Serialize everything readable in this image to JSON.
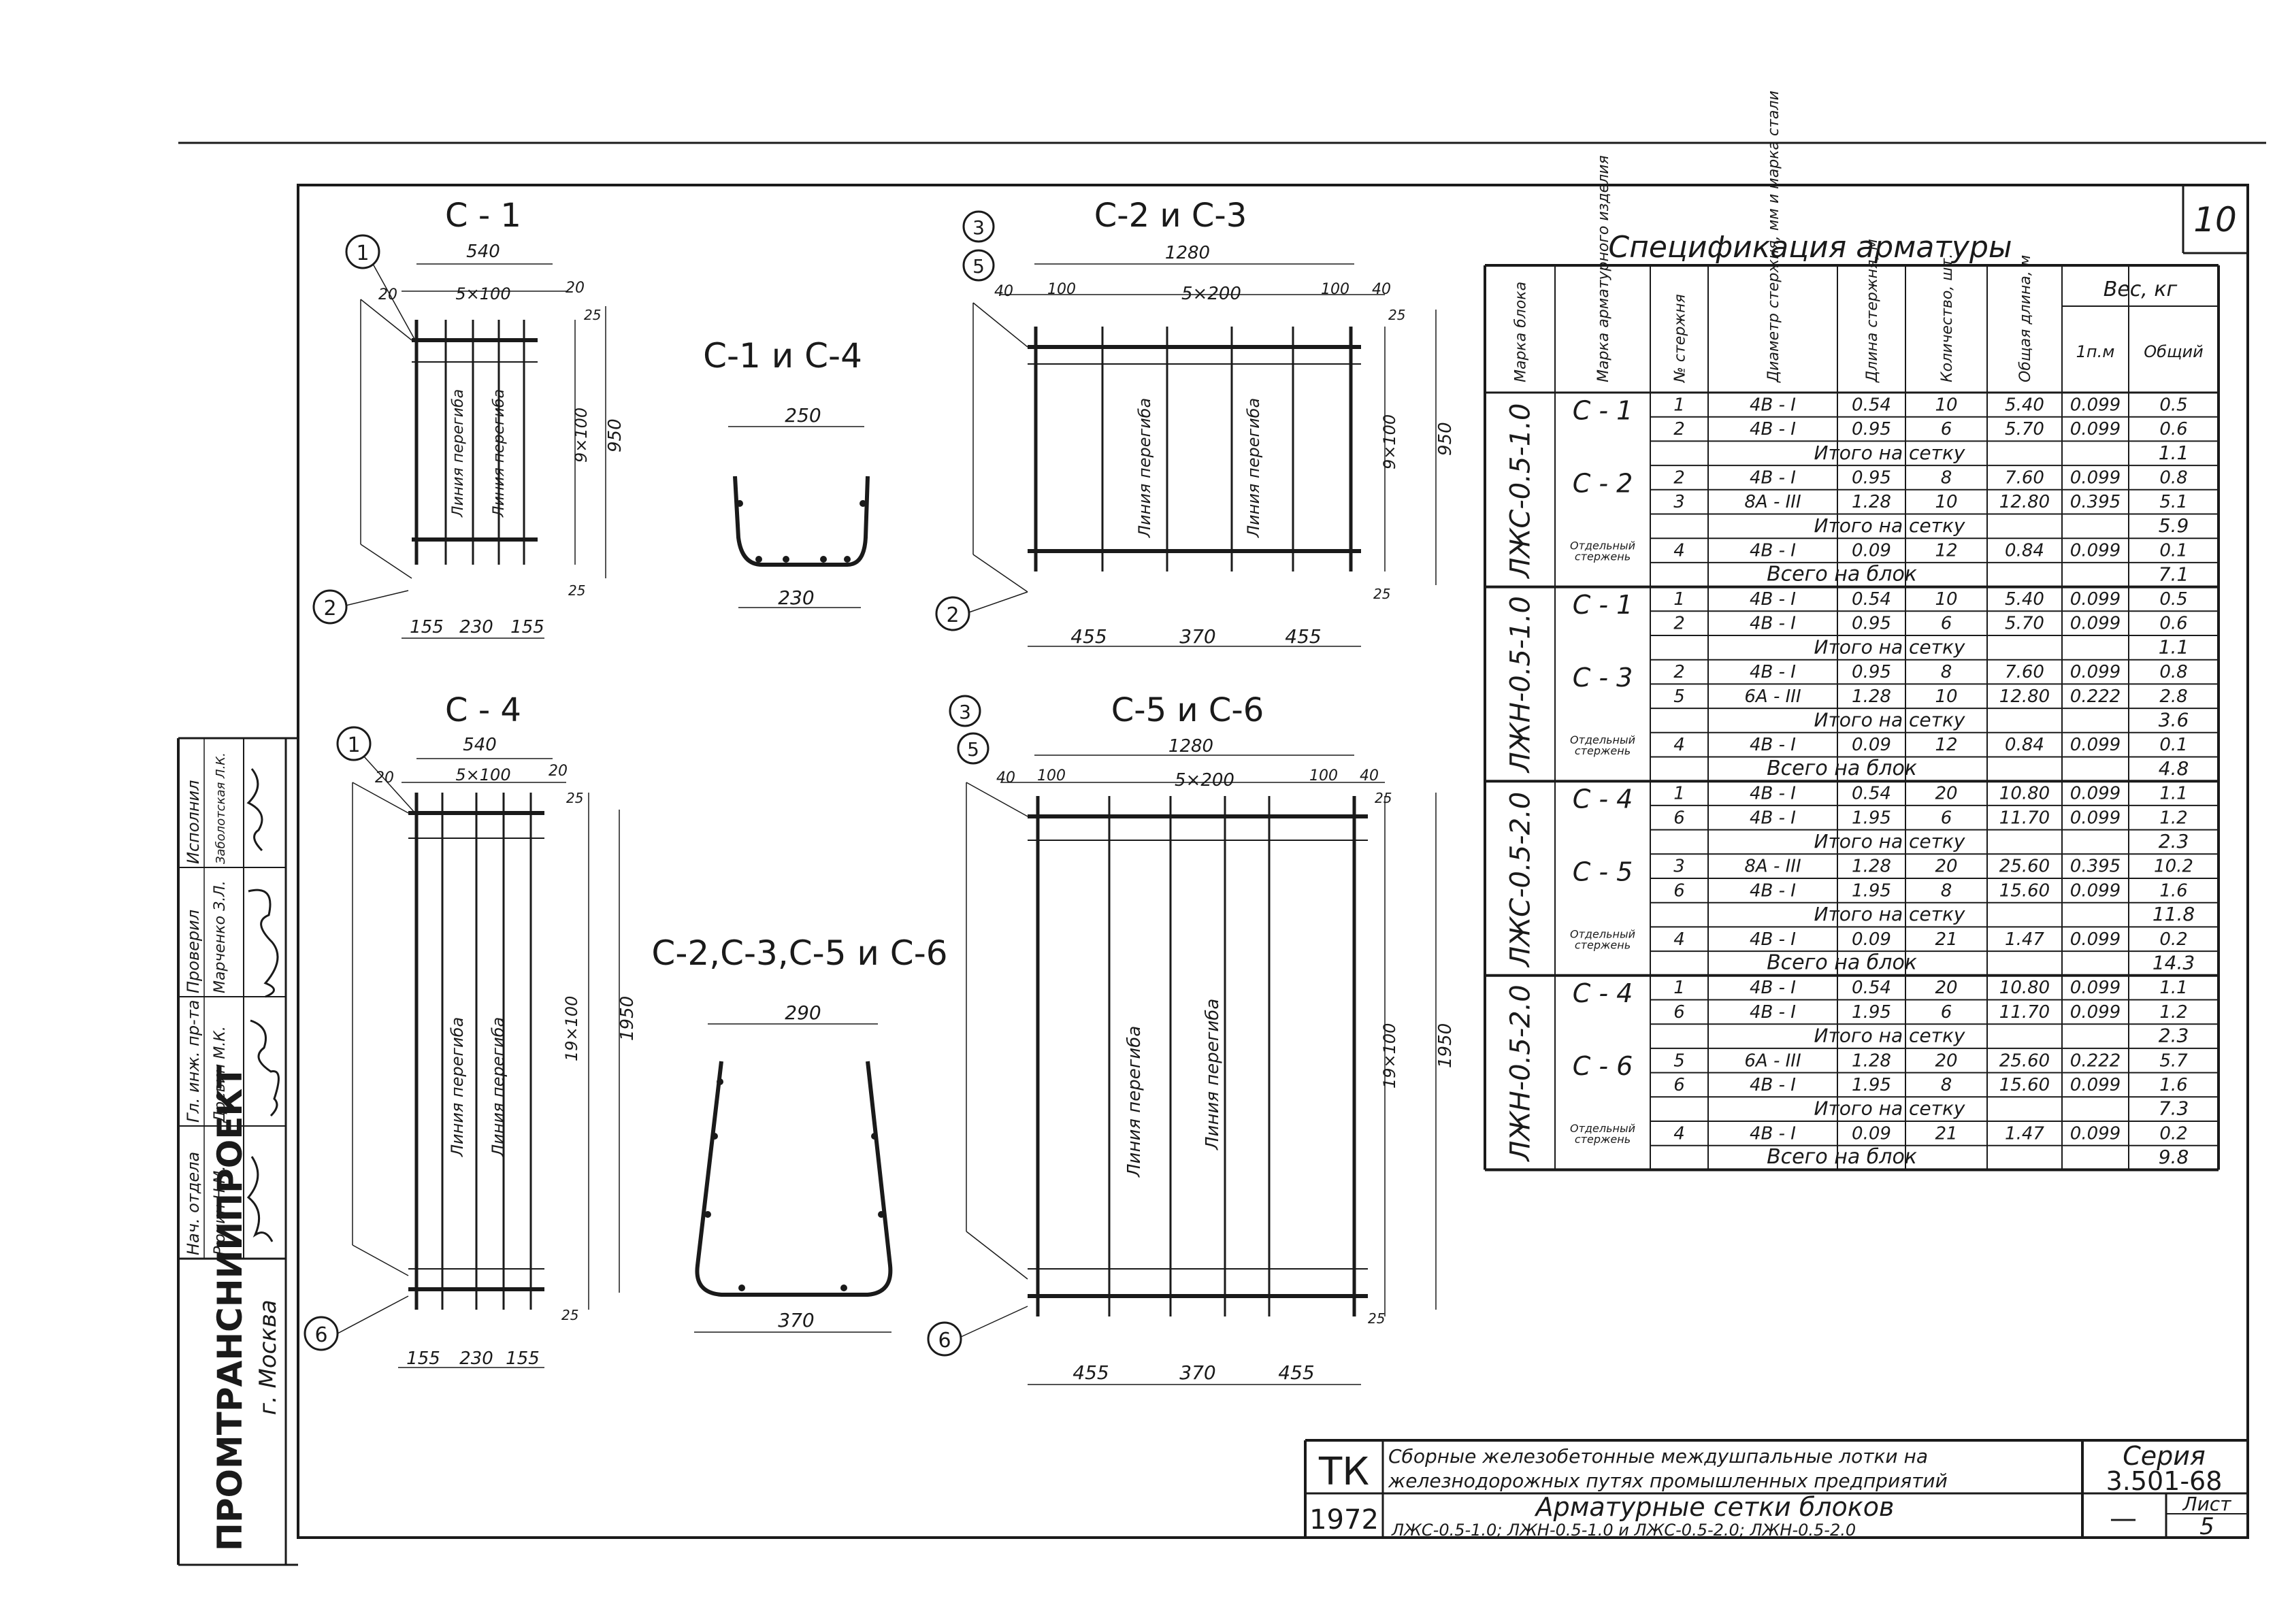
{
  "sheet_number": "10",
  "drawings": {
    "c1": {
      "title": "С - 1",
      "marker_top": "1",
      "marker_bottom": "2",
      "top_dims": [
        "20",
        "5×100",
        "20"
      ],
      "top_total": "540",
      "right_dims": [
        "25",
        "9×100",
        "25"
      ],
      "right_total": "950",
      "bottom_dims": [
        "155",
        "230",
        "155"
      ],
      "bend_label": "Линия перегиба"
    },
    "c23": {
      "title": "С-2 и С-3",
      "marker_top": "3",
      "marker_top2": "5",
      "marker_bottom": "2",
      "top_dims": [
        "40",
        "100",
        "5×200",
        "100",
        "40"
      ],
      "top_total": "1280",
      "right_dims": [
        "25",
        "9×100",
        "25"
      ],
      "right_total": "950",
      "bottom_dims": [
        "455",
        "370",
        "455"
      ],
      "bend_label": "Линия перегиба"
    },
    "c4": {
      "title": "С - 4",
      "marker_top": "1",
      "marker_bottom": "6",
      "top_dims": [
        "20",
        "5×100",
        "20"
      ],
      "top_total": "540",
      "right_dims": [
        "25",
        "19×100",
        "25"
      ],
      "right_total": "1950",
      "bottom_dims": [
        "155",
        "230",
        "155"
      ],
      "bend_label": "Линия перегиба"
    },
    "c56": {
      "title": "С-5 и С-6",
      "marker_top": "3",
      "marker_top2": "5",
      "marker_bottom": "6",
      "top_dims": [
        "40",
        "100",
        "5×200",
        "100",
        "40"
      ],
      "top_total": "1280",
      "right_dims": [
        "25",
        "19×100",
        "25"
      ],
      "right_total": "1950",
      "bottom_dims": [
        "455",
        "370",
        "455"
      ],
      "bend_label": "Линия перегиба"
    },
    "profile1": {
      "title": "С-1 и С-4",
      "top": "250",
      "bottom": "230"
    },
    "profile2": {
      "title": "С-2,С-3,С-5 и С-6",
      "top": "290",
      "bottom": "370"
    }
  },
  "spec": {
    "title": "Спецификация арматуры",
    "headers": [
      "Марка блока",
      "Марка арматурного изделия",
      "№ стержня",
      "Диаметр стержня, мм и марка стали",
      "Длина стержня, м",
      "Количество, шт.",
      "Общая длина, м"
    ],
    "weight_header": "Вес, кг",
    "weight_subheaders": [
      "1п.м",
      "Общий"
    ],
    "rows": [
      [
        "ЛЖС-0.5-1.0",
        "С - 1",
        "1",
        "4В - I",
        "0.54",
        "10",
        "5.40",
        "0.099",
        "0.5"
      ],
      [
        "",
        "",
        "2",
        "4В - I",
        "0.95",
        "6",
        "5.70",
        "0.099",
        "0.6"
      ],
      [
        "",
        "",
        "Итого на сетку",
        "",
        "",
        "",
        "",
        "",
        "1.1"
      ],
      [
        "",
        "С - 2",
        "2",
        "4В - I",
        "0.95",
        "8",
        "7.60",
        "0.099",
        "0.8"
      ],
      [
        "",
        "",
        "3",
        "8А - III",
        "1.28",
        "10",
        "12.80",
        "0.395",
        "5.1"
      ],
      [
        "",
        "",
        "Итого на сетку",
        "",
        "",
        "",
        "",
        "",
        "5.9"
      ],
      [
        "",
        "Отдельный стержень",
        "4",
        "4В - I",
        "0.09",
        "12",
        "0.84",
        "0.099",
        "0.1"
      ],
      [
        "",
        "Всего на блок",
        "",
        "",
        "",
        "",
        "",
        "",
        "7.1"
      ],
      [
        "ЛЖН-0.5-1.0",
        "С - 1",
        "1",
        "4В - I",
        "0.54",
        "10",
        "5.40",
        "0.099",
        "0.5"
      ],
      [
        "",
        "",
        "2",
        "4В - I",
        "0.95",
        "6",
        "5.70",
        "0.099",
        "0.6"
      ],
      [
        "",
        "",
        "Итого на сетку",
        "",
        "",
        "",
        "",
        "",
        "1.1"
      ],
      [
        "",
        "С - 3",
        "2",
        "4В - I",
        "0.95",
        "8",
        "7.60",
        "0.099",
        "0.8"
      ],
      [
        "",
        "",
        "5",
        "6А - III",
        "1.28",
        "10",
        "12.80",
        "0.222",
        "2.8"
      ],
      [
        "",
        "",
        "Итого на сетку",
        "",
        "",
        "",
        "",
        "",
        "3.6"
      ],
      [
        "",
        "Отдельный стержень",
        "4",
        "4В - I",
        "0.09",
        "12",
        "0.84",
        "0.099",
        "0.1"
      ],
      [
        "",
        "Всего на блок",
        "",
        "",
        "",
        "",
        "",
        "",
        "4.8"
      ],
      [
        "ЛЖС-0.5-2.0",
        "С - 4",
        "1",
        "4В - I",
        "0.54",
        "20",
        "10.80",
        "0.099",
        "1.1"
      ],
      [
        "",
        "",
        "6",
        "4В - I",
        "1.95",
        "6",
        "11.70",
        "0.099",
        "1.2"
      ],
      [
        "",
        "",
        "Итого на сетку",
        "",
        "",
        "",
        "",
        "",
        "2.3"
      ],
      [
        "",
        "С - 5",
        "3",
        "8А - III",
        "1.28",
        "20",
        "25.60",
        "0.395",
        "10.2"
      ],
      [
        "",
        "",
        "6",
        "4В - I",
        "1.95",
        "8",
        "15.60",
        "0.099",
        "1.6"
      ],
      [
        "",
        "",
        "Итого на сетку",
        "",
        "",
        "",
        "",
        "",
        "11.8"
      ],
      [
        "",
        "Отдельный стержень",
        "4",
        "4В - I",
        "0.09",
        "21",
        "1.47",
        "0.099",
        "0.2"
      ],
      [
        "",
        "Всего на блок",
        "",
        "",
        "",
        "",
        "",
        "",
        "14.3"
      ],
      [
        "ЛЖН-0.5-2.0",
        "С - 4",
        "1",
        "4В - I",
        "0.54",
        "20",
        "10.80",
        "0.099",
        "1.1"
      ],
      [
        "",
        "",
        "6",
        "4В - I",
        "1.95",
        "6",
        "11.70",
        "0.099",
        "1.2"
      ],
      [
        "",
        "",
        "Итого на сетку",
        "",
        "",
        "",
        "",
        "",
        "2.3"
      ],
      [
        "",
        "С - 6",
        "5",
        "6А - III",
        "1.28",
        "20",
        "25.60",
        "0.222",
        "5.7"
      ],
      [
        "",
        "",
        "6",
        "4В - I",
        "1.95",
        "8",
        "15.60",
        "0.099",
        "1.6"
      ],
      [
        "",
        "",
        "Итого на сетку",
        "",
        "",
        "",
        "",
        "",
        "7.3"
      ],
      [
        "",
        "Отдельный стержень",
        "4",
        "4В - I",
        "0.09",
        "21",
        "1.47",
        "0.099",
        "0.2"
      ],
      [
        "",
        "Всего на блок",
        "",
        "",
        "",
        "",
        "",
        "",
        "9.8"
      ]
    ]
  },
  "title_block": {
    "logo": "ТК",
    "year": "1972",
    "project_title": "Сборные железобетонные междушпальные лотки на железнодорожных путях промышленных предприятий",
    "sheet_title": "Арматурные сетки блоков",
    "blocks": "ЛЖС-0.5-1.0; ЛЖН-0.5-1.0 и ЛЖС-0.5-2.0; ЛЖН-0.5-2.0",
    "series_label": "Серия",
    "series_value": "3.501-68",
    "sheet_label": "Лист",
    "sheet_value": "5",
    "dash": "—"
  },
  "side_stamp": {
    "org": "ПРОМТРАНСНИИПРОЕКТ",
    "city": "г. Москва",
    "roles": [
      "Нач. отдела",
      "Гл. инж. пр-та",
      "Проверил",
      "Исполнил"
    ],
    "names": [
      "Рюнин Н.М.",
      "Древин М.К.",
      "Марченко З.Л.",
      "Заболотская Л.К."
    ]
  }
}
